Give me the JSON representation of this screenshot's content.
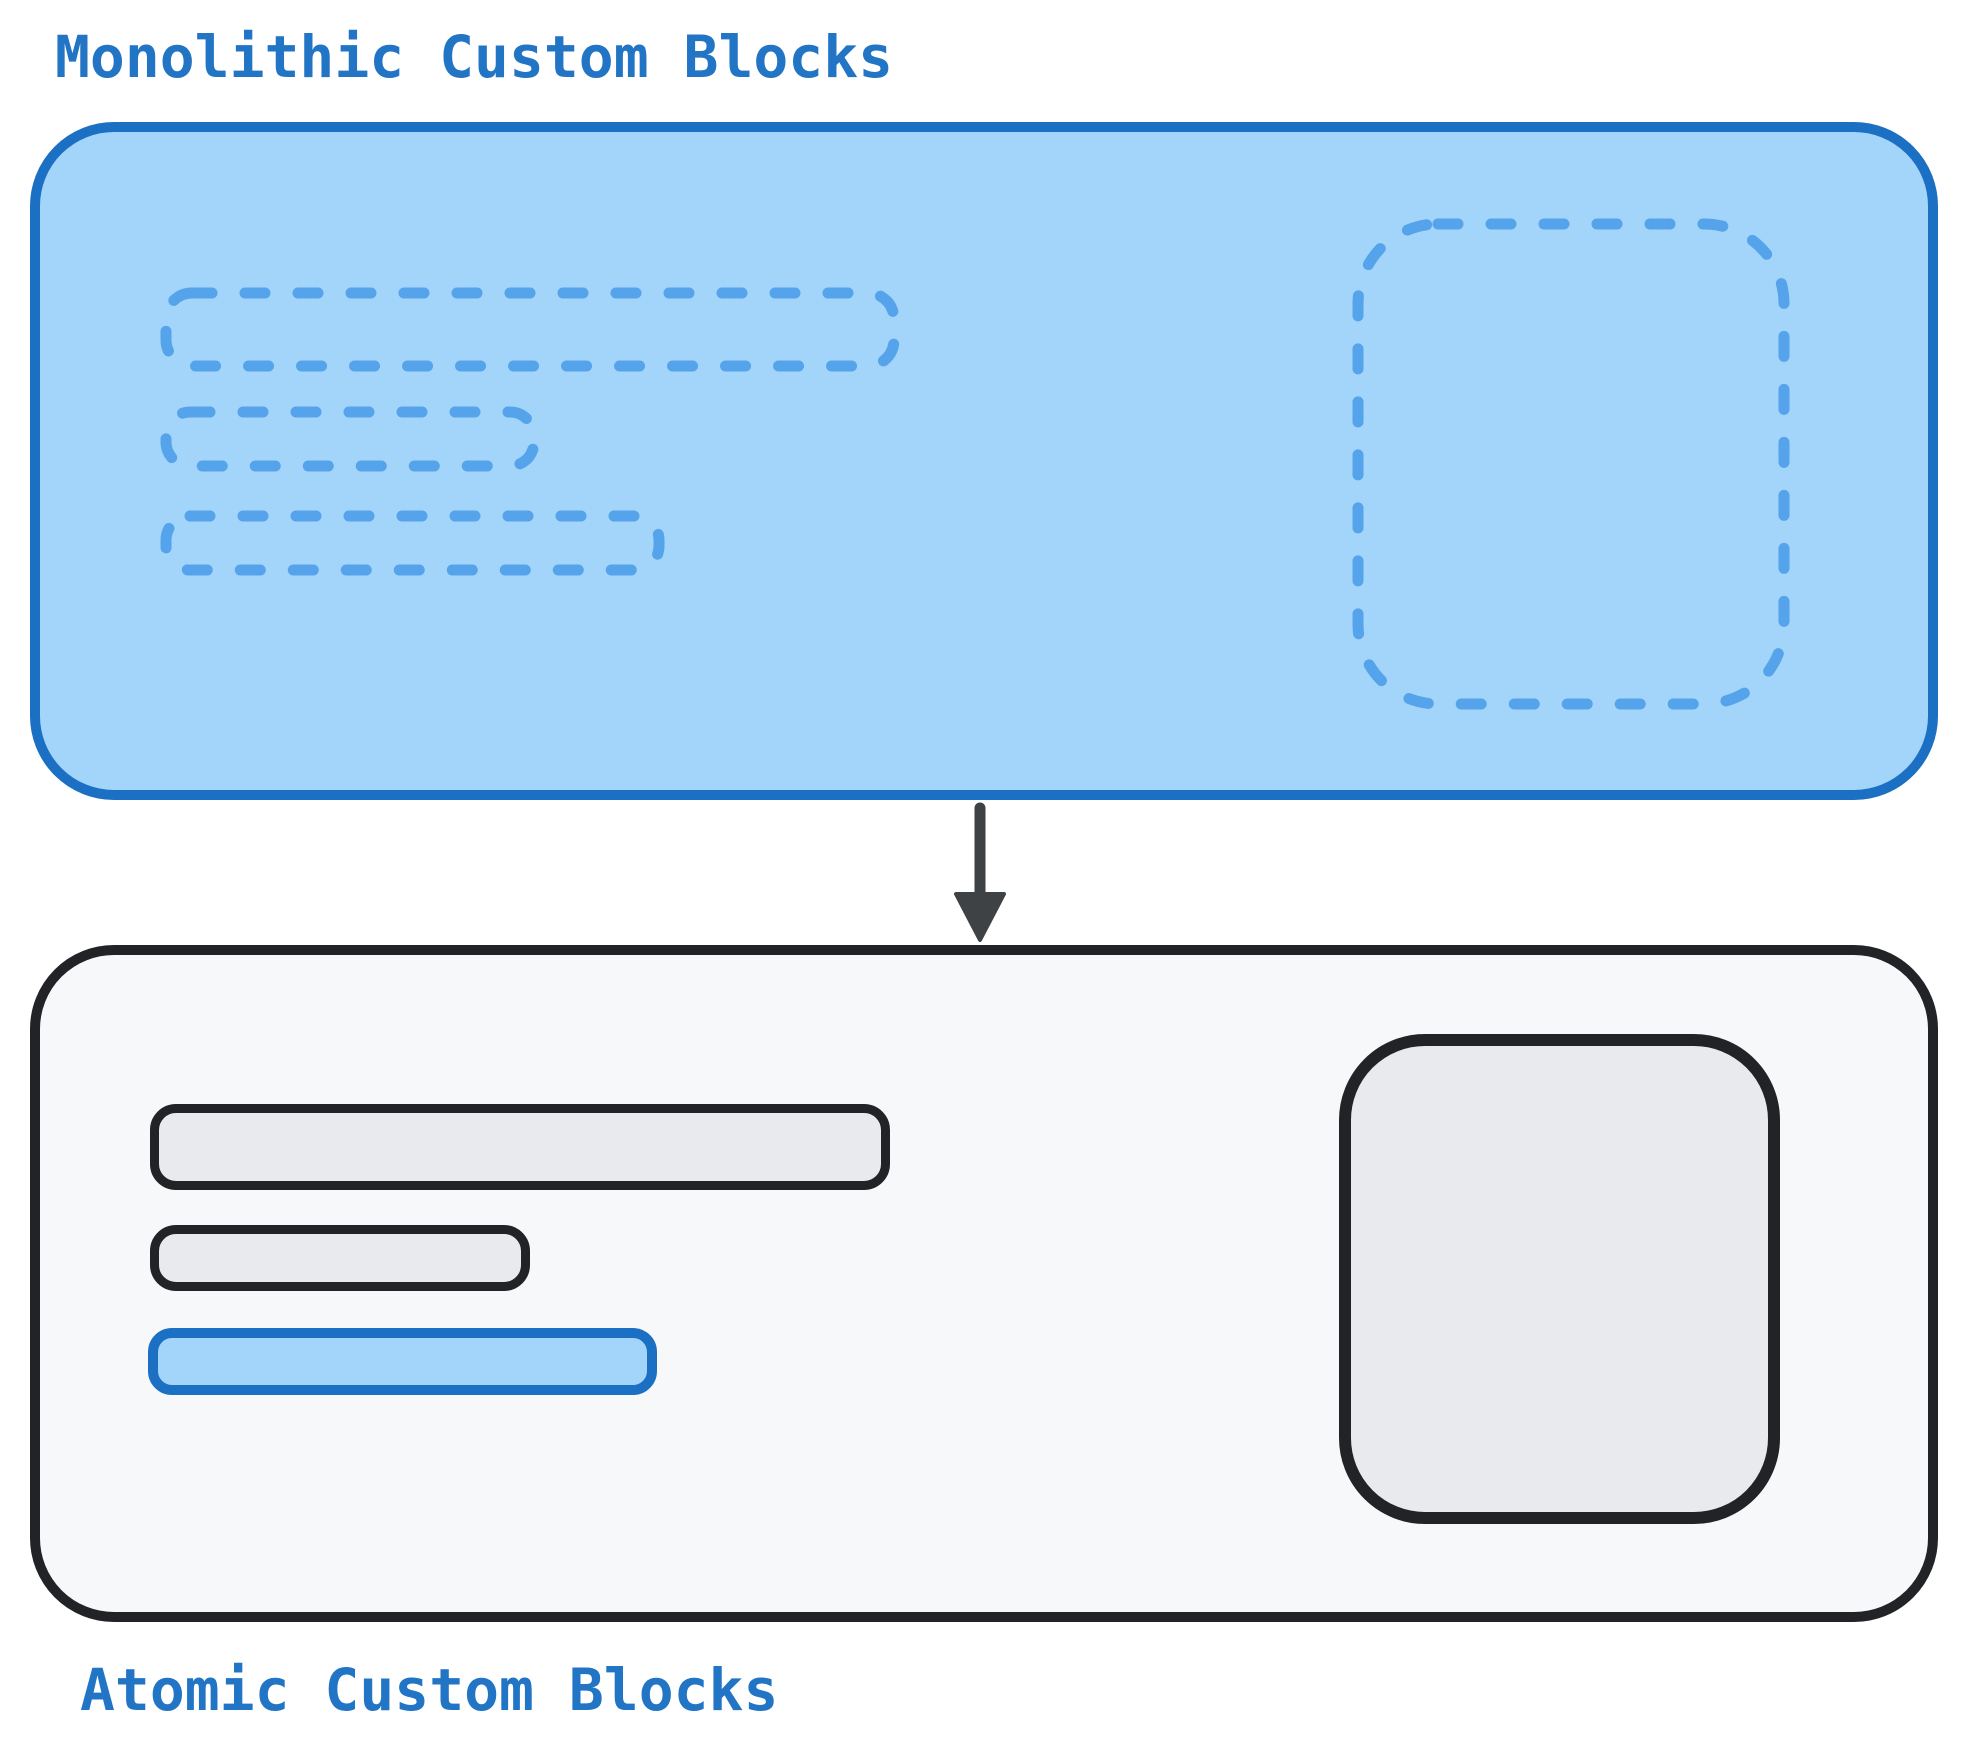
{
  "page": {
    "background_color": "#ffffff",
    "label_text_color": "#2274c5"
  },
  "monolithic_section": {
    "title": "Monolithic Custom Blocks",
    "container": {
      "kind": "rounded-rectangle",
      "fill_color": "#a3d4f9",
      "border_color": "#1b70c4"
    },
    "placeholders": {
      "style": "dashed-outline",
      "dash_color": "#55a3ea",
      "items": [
        {
          "shape": "bar",
          "size": "long"
        },
        {
          "shape": "bar",
          "size": "short"
        },
        {
          "shape": "bar",
          "size": "medium"
        },
        {
          "shape": "square",
          "size": "large"
        }
      ]
    }
  },
  "flow": {
    "arrow_icon": "down-arrow",
    "arrow_color": "#3f4245",
    "direction": "monolithic-to-atomic"
  },
  "atomic_section": {
    "title": "Atomic Custom Blocks",
    "container": {
      "kind": "rounded-rectangle",
      "fill_color": "#f7f8fa",
      "border_color": "#212326"
    },
    "blocks": {
      "items": [
        {
          "shape": "bar",
          "size": "long",
          "variant": "neutral",
          "fill_color": "#e8eaed",
          "border_color": "#212326"
        },
        {
          "shape": "bar",
          "size": "short",
          "variant": "neutral",
          "fill_color": "#e8eaed",
          "border_color": "#212326"
        },
        {
          "shape": "bar",
          "size": "medium",
          "variant": "highlighted",
          "fill_color": "#a3d4f9",
          "border_color": "#1b70c4"
        },
        {
          "shape": "square",
          "size": "large",
          "variant": "neutral",
          "fill_color": "#e8eaed",
          "border_color": "#212326"
        }
      ]
    }
  }
}
